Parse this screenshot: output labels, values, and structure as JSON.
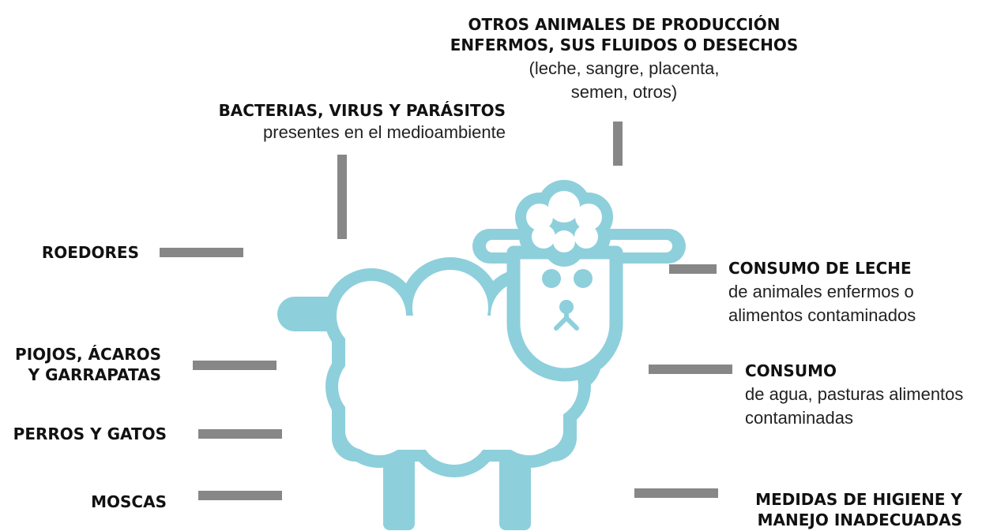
{
  "colors": {
    "sheep_outline": "#8ecfdc",
    "connector": "#878787",
    "text": "#111111"
  },
  "labels": {
    "otros_animales": {
      "title_line1": "OTROS ANIMALES DE PRODUCCIÓN",
      "title_line2": "ENFERMOS, SUS FLUIDOS O DESECHOS",
      "desc_line1": "(leche, sangre, placenta,",
      "desc_line2": "semen, otros)"
    },
    "bacterias": {
      "title": "BACTERIAS, VIRUS Y PARÁSITOS",
      "desc": "presentes en el medioambiente"
    },
    "roedores": {
      "title": "ROEDORES"
    },
    "piojos": {
      "title_line1": "PIOJOS, ÁCAROS",
      "title_line2": "Y GARRAPATAS"
    },
    "perros": {
      "title": "PERROS Y GATOS"
    },
    "moscas": {
      "title": "MOSCAS"
    },
    "consumo_leche": {
      "title": "CONSUMO DE LECHE",
      "desc_line1": "de animales enfermos o",
      "desc_line2": "alimentos contaminados"
    },
    "consumo": {
      "title": "CONSUMO",
      "desc_line1": "de agua, pasturas alimentos",
      "desc_line2": "contaminadas"
    },
    "medidas": {
      "title_line1": "MEDIDAS DE HIGIENE Y",
      "title_line2": "MANEJO INADECUADAS"
    }
  }
}
